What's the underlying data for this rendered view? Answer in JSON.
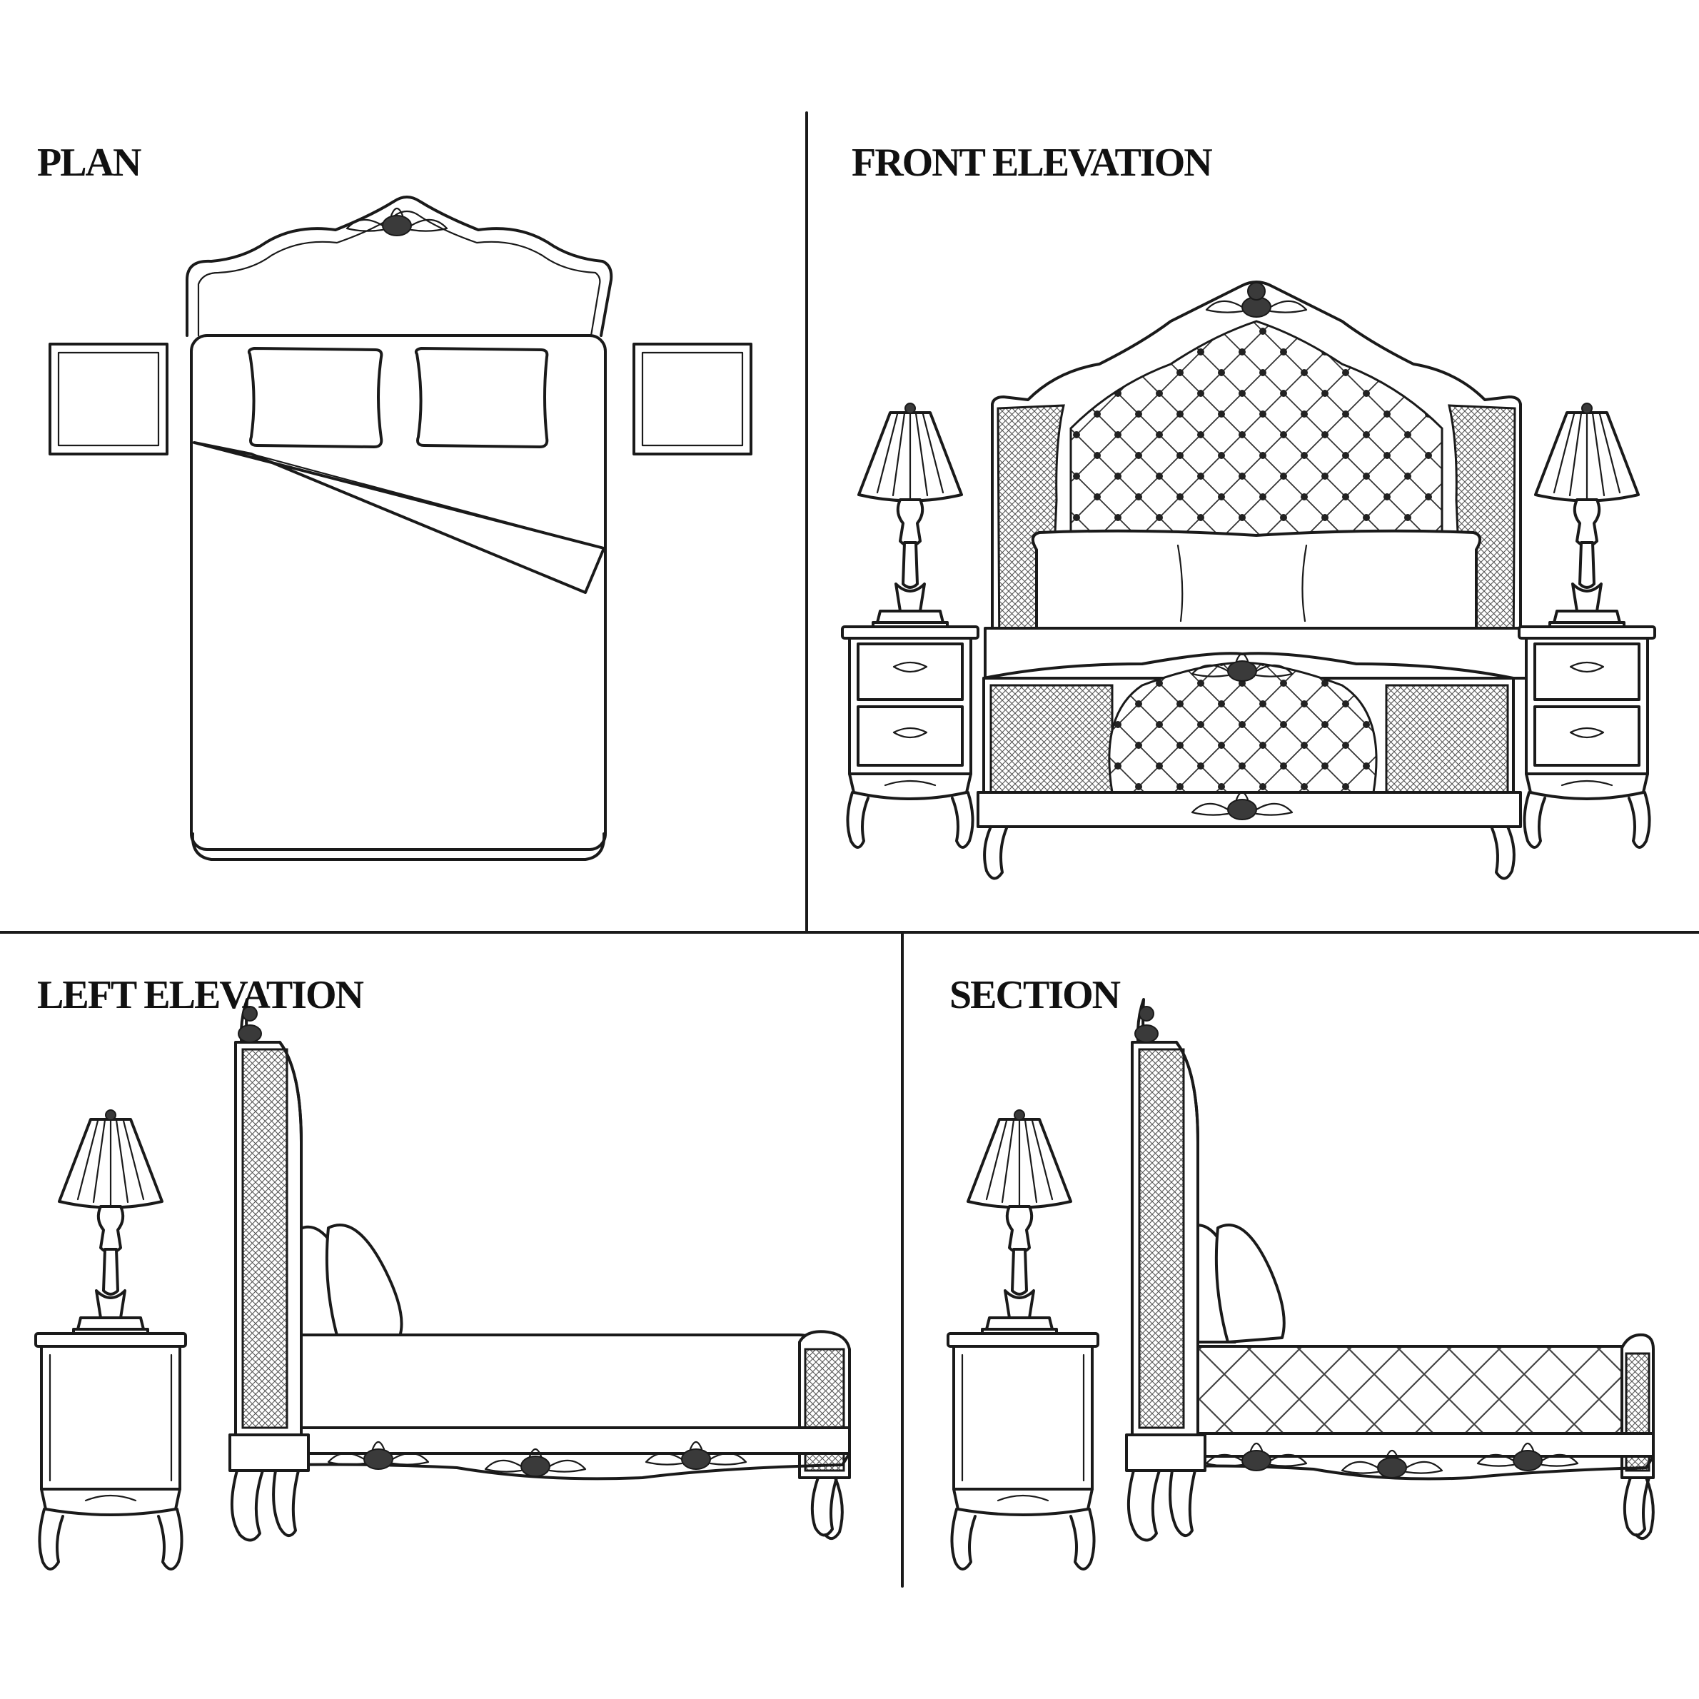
{
  "views": {
    "plan": {
      "title": "PLAN"
    },
    "front": {
      "title": "FRONT ELEVATION"
    },
    "left": {
      "title": "LEFT ELEVATION"
    },
    "section": {
      "title": "SECTION"
    }
  },
  "colors": {
    "ink": "#1a1a1a",
    "paper": "#ffffff"
  }
}
